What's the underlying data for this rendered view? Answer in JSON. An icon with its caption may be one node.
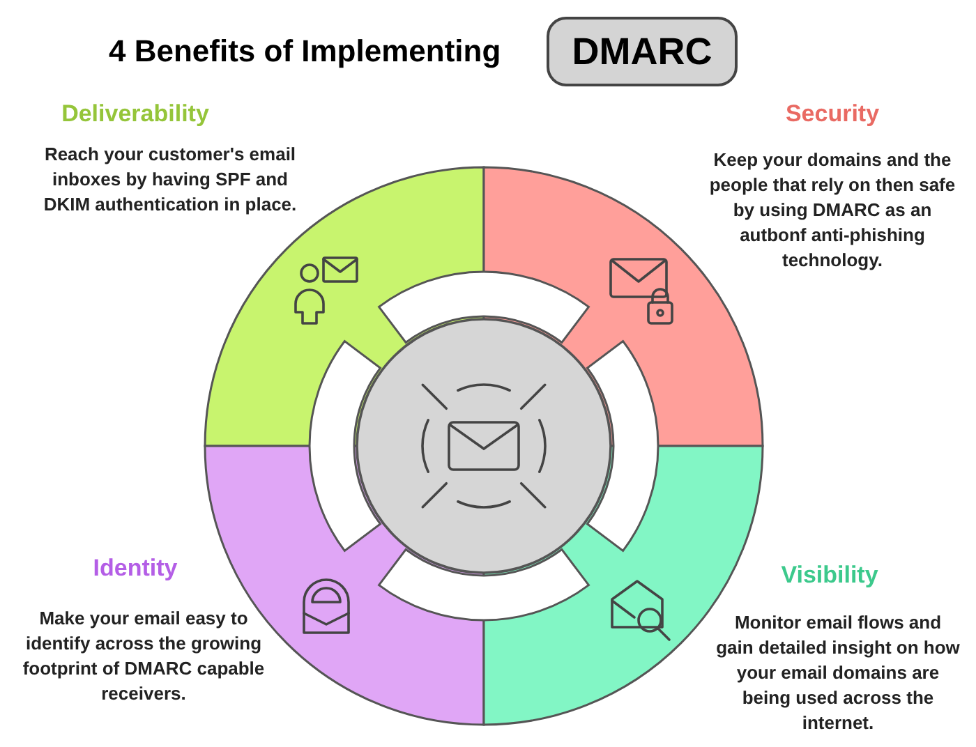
{
  "diagram": {
    "title": "4 Benefits of Implementing",
    "nodes": [
      {
        "text": [
          "DMARC"
        ]
      },
      {
        "text": [
          "Deliverability",
          "Reach your customer's email inboxes by having SPF and DKIM authentication in place."
        ]
      },
      {
        "text": [
          "Security",
          "Keep your domains and the people that rely on then safe by using DMARC as an autbonf anti-phishing technology."
        ]
      },
      {
        "text": [
          "Identity",
          "Make your email easy to identify across the growing footprint of DMARC capable receivers."
        ]
      },
      {
        "text": [
          "Visibility",
          "Monitor email flows and gain detailed insight on how your email domains are being used across the internet."
        ]
      },
      {
        "text": [],
        "shape": "circle"
      },
      {
        "text": [],
        "shape": "arc"
      },
      {
        "text": [],
        "shape": "arc"
      },
      {
        "text": [],
        "shape": "arc"
      },
      {
        "text": [],
        "shape": "arc"
      }
    ]
  }
}
